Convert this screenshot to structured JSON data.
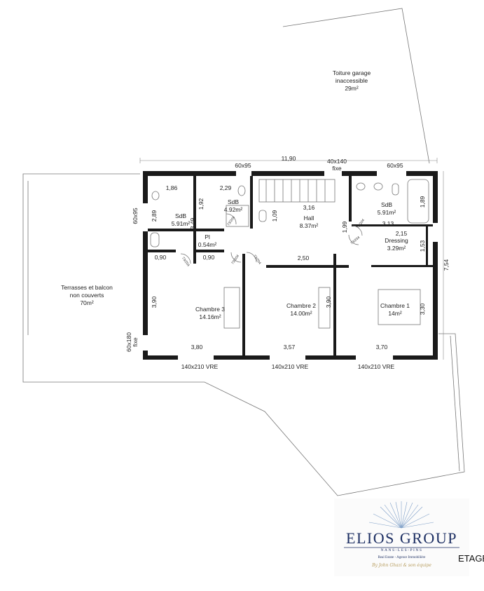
{
  "rooms": {
    "garage_roof": {
      "line1": "Toiture garage",
      "line2": "inaccessible",
      "area": "29m²"
    },
    "terraces": {
      "line1": "Terrasses et balcon",
      "line2": "non couverts",
      "area": "70m²"
    },
    "sdb_left": {
      "name": "SdB",
      "area": "5.91m²"
    },
    "sdb_center": {
      "name": "SdB",
      "area": "4.92m²"
    },
    "sdb_right": {
      "name": "SdB",
      "area": "5.91m²"
    },
    "pl": {
      "name": "Pl",
      "area": "0.54m²"
    },
    "hall": {
      "name": "Hall",
      "area": "8.37m²"
    },
    "dressing": {
      "name": "Dressing",
      "area": "3.29m²"
    },
    "chambre3": {
      "name": "Chambre 3",
      "area": "14.16m²"
    },
    "chambre2": {
      "name": "Chambre 2",
      "area": "14.00m²"
    },
    "chambre1": {
      "name": "Chambre 1",
      "area": "14m²"
    }
  },
  "dimensions": {
    "overall_width": "11,90",
    "overall_depth": "7,54",
    "d_1_86": "1,86",
    "d_2_29": "2,29",
    "d_3_16": "3,16",
    "d_3_13": "3,13",
    "d_1_89": "1,89",
    "d_2_89": "2,89",
    "d_1_92": "1,92",
    "d_3_49": "3,49",
    "d_1_09": "1,09",
    "d_1_99": "1,99",
    "d_2_15": "2,15",
    "d_1_53": "1,53",
    "d_0_90a": "0,90",
    "d_0_90b": "0,90",
    "d_2_50": "2,50",
    "d_3_90a": "3,90",
    "d_3_90b": "3,90",
    "d_3_30": "3,30",
    "d_3_80": "3,80",
    "d_3_57": "3,57",
    "d_3_70": "3,70"
  },
  "windows": {
    "top_left": "60x95",
    "top_fixed_size": "40x140",
    "top_fixed_note": "fixe",
    "top_right": "60x95",
    "left_upper": "60x95",
    "left_lower_size": "60x180",
    "left_lower_note": "fixe",
    "bottom_1": "140x210 VRE",
    "bottom_2": "140x210 VRE",
    "bottom_3": "140x210 VRE"
  },
  "doors": {
    "d1": "73/204",
    "d2": "73/204",
    "d3": "73/204",
    "d4": "73/204",
    "d5": "73/204",
    "d6": "73/204",
    "d7": "73/204"
  },
  "logo": {
    "name": "ELIOS GROUP",
    "location": "NANS-LES-PINS",
    "tagline": "Real Estate - Agence Immobilière",
    "signature": "By John Ghazi & son équipe"
  },
  "level": "ETAGE",
  "colors": {
    "walls": "#1a1a1a",
    "lines": "#777777",
    "logo_blue": "#1d2f63",
    "logo_gold": "#b59a5a"
  }
}
